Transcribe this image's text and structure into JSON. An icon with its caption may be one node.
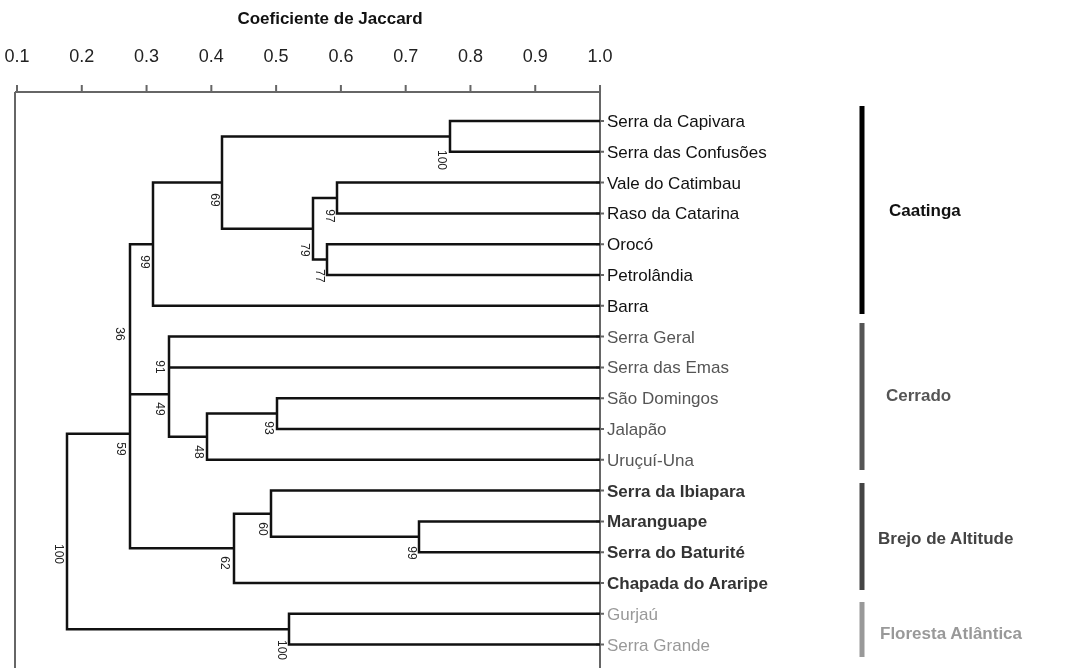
{
  "diagram": {
    "labels": [
      "Coeficiente de Jaccard",
      "0.1",
      "0.2",
      "0.3",
      "0.4",
      "0.5",
      "0.6",
      "0.7",
      "0.8",
      "0.9",
      "1.0",
      "Serra da Capivara",
      "Serra das Confusões",
      "Vale do Catimbau",
      "Raso da Catarina",
      "Orocó",
      "Petrolândia",
      "Barra",
      "Serra Geral",
      "Serra das Emas",
      "São Domingos",
      "Jalapão",
      "Uruçuí-Una",
      "Serra da Ibiapara",
      "Maranguape",
      "Serra do Baturité",
      "Chapada do Araripe",
      "Gurjaú",
      "Serra Grande",
      "Caatinga",
      "Cerrado",
      "Brejo de Altitude",
      "Floresta Atlântica",
      "100",
      "97",
      "77",
      "79",
      "69",
      "99",
      "91",
      "93",
      "48",
      "49",
      "36",
      "99",
      "60",
      "62",
      "59",
      "100",
      "100"
    ]
  }
}
